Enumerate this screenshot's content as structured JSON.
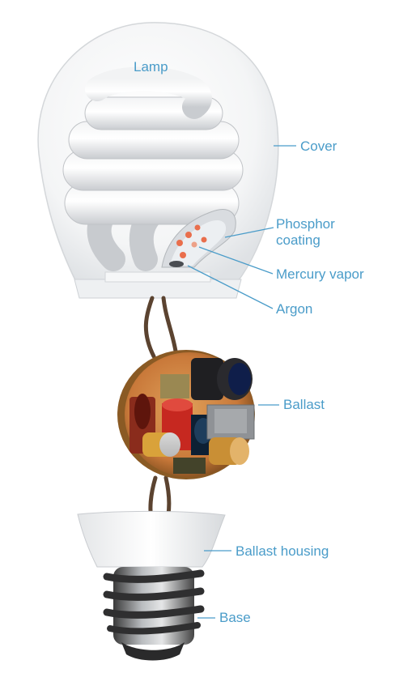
{
  "accent_color": "#4a9cc9",
  "labels": {
    "lamp": "Lamp",
    "cover": "Cover",
    "phosphor_coating": "Phosphor coating",
    "mercury_vapor": "Mercury vapor",
    "argon": "Argon",
    "ballast": "Ballast",
    "ballast_housing": "Ballast housing",
    "base": "Base"
  }
}
